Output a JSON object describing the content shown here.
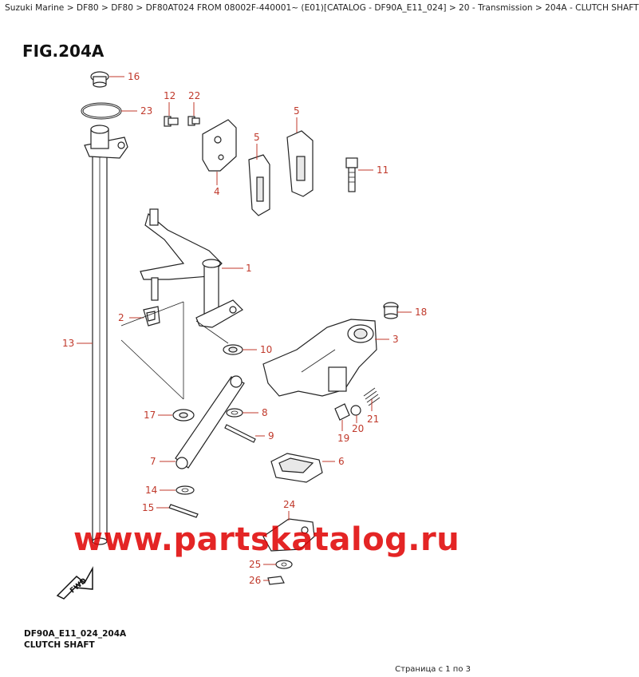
{
  "breadcrumb": "Suzuki Marine > DF80 > DF80 > DF80AT024 FROM 08002F-440001~ (E01)[CATALOG - DF90A_E11_024] > 20 - Transmission > 204A - CLUTCH SHAFT",
  "figure_title": "FIG.204A",
  "footer": {
    "code": "DF90A_E11_024_204A",
    "name": "CLUTCH SHAFT"
  },
  "pager": "Страница с 1 по 3",
  "watermark": "www.partskatalog.ru",
  "fwd_label": "FWD",
  "callouts": {
    "c16": "16",
    "c23": "23",
    "c12": "12",
    "c22": "22",
    "c5a": "5",
    "c5b": "5",
    "c4": "4",
    "c11": "11",
    "c1": "1",
    "c2": "2",
    "c18": "18",
    "c13": "13",
    "c3": "3",
    "c10": "10",
    "c17": "17",
    "c8": "8",
    "c9": "9",
    "c21": "21",
    "c20": "20",
    "c19": "19",
    "c7": "7",
    "c6": "6",
    "c14": "14",
    "c15": "15",
    "c24": "24",
    "c25": "25",
    "c26": "26"
  },
  "colors": {
    "callout": "#c0392b",
    "watermark": "#e00000"
  }
}
